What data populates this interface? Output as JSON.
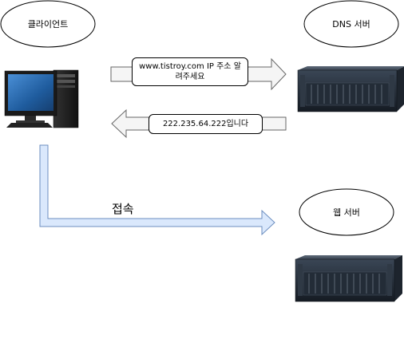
{
  "nodes": {
    "client": {
      "label": "클라이언트"
    },
    "dns_server": {
      "label": "DNS 서버"
    },
    "web_server": {
      "label": "웹 서버"
    }
  },
  "messages": {
    "request": "www.tistroy.com IP 주소 알려주세요",
    "response": "222.235.64.222입니다",
    "connect": "접속"
  },
  "colors": {
    "message_arrow_fill": "#f5f5f5",
    "message_arrow_stroke": "#666666",
    "connect_arrow_fill": "#dae8fc",
    "connect_arrow_stroke": "#6c8ebf",
    "server_body": "#2b3440",
    "monitor_screen": "#2a6fb3"
  }
}
